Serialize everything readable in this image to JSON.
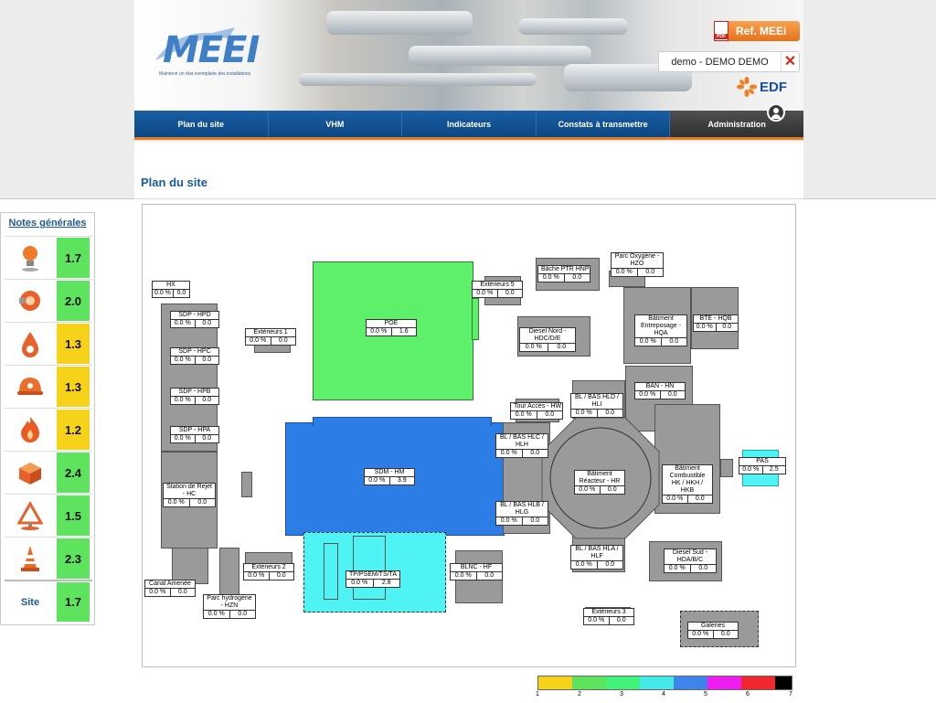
{
  "header": {
    "logo_text": "MEEI",
    "logo_subtitle": "Maintenir un état exemplaire des installations",
    "ref_button": "Ref. MEEi",
    "user": "demo - DEMO DEMO",
    "edf": "EDF"
  },
  "nav": [
    "Plan du site",
    "VHM",
    "Indicateurs",
    "Constats à transmettre",
    "Administration"
  ],
  "page_title": "Plan du site",
  "sidebar": {
    "title": "Notes générales",
    "notes": [
      {
        "icon": "lightbulb-icon",
        "value": "1.7",
        "color": "#5ee35e"
      },
      {
        "icon": "valve-icon",
        "value": "2.0",
        "color": "#5ee35e"
      },
      {
        "icon": "fire-drop-icon",
        "value": "1.3",
        "color": "#f7d21a"
      },
      {
        "icon": "helmet-icon",
        "value": "1.3",
        "color": "#f7d21a"
      },
      {
        "icon": "flame-icon",
        "value": "1.2",
        "color": "#f7d21a"
      },
      {
        "icon": "box-icon",
        "value": "2.4",
        "color": "#5ee35e"
      },
      {
        "icon": "warning-sign-icon",
        "value": "1.5",
        "color": "#5ee35e"
      },
      {
        "icon": "traffic-cone-icon",
        "value": "2.3",
        "color": "#5ee35e"
      }
    ],
    "site": {
      "label": "Site",
      "value": "1.7",
      "color": "#5ee35e"
    }
  },
  "map_labels": {
    "hx": {
      "name": "HX",
      "pct": "0.0 %",
      "val": "0.0"
    },
    "sdp_hpd": {
      "name": "SDP - HPD",
      "pct": "0.0 %",
      "val": "0.0"
    },
    "sdp_hpc": {
      "name": "SDP - HPC",
      "pct": "0.0 %",
      "val": "0.0"
    },
    "sdp_hpb": {
      "name": "SDP - HPB",
      "pct": "0.0 %",
      "val": "0.0"
    },
    "sdp_hpa": {
      "name": "SDP - HPA",
      "pct": "0.0 %",
      "val": "0.0"
    },
    "ext1": {
      "name": "Extérieurs 1",
      "pct": "0.0 %",
      "val": "0.0"
    },
    "poe": {
      "name": "POE",
      "pct": "0.0 %",
      "val": "1.6"
    },
    "ext5": {
      "name": "Extérieurs 5",
      "pct": "0.0 %",
      "val": "0.0"
    },
    "bache": {
      "name": "Bâche PTR HNP",
      "pct": "0.0 %",
      "val": "0.0"
    },
    "parc_oxy": {
      "name": "Parc Oxygène - HZO",
      "pct": "0.0 %",
      "val": "0.0"
    },
    "diesel_nord": {
      "name": "Diesel Nord - HDC/D/E",
      "pct": "0.0 %",
      "val": "0.0"
    },
    "bat_entre": {
      "name": "Bâtiment Entreposage - HQA",
      "pct": "0.0 %",
      "val": "0.0"
    },
    "bte": {
      "name": "BTE - HQB",
      "pct": "0.0 %",
      "val": "0.0"
    },
    "ban": {
      "name": "BAN - HN",
      "pct": "0.0 %",
      "val": "0.0"
    },
    "tour": {
      "name": "Tour Accès - HW",
      "pct": "0.0 %",
      "val": "0.0"
    },
    "bl_hld": {
      "name": "BL / BAS HLD / HLI",
      "pct": "0.0 %",
      "val": "0.0"
    },
    "bl_hlc": {
      "name": "BL / BAS HLC / HLH",
      "pct": "0.0 %",
      "val": "0.0"
    },
    "sdm": {
      "name": "SDM - HM",
      "pct": "0.0 %",
      "val": "3.9"
    },
    "reacteur": {
      "name": "Bâtiment Réacteur - HR",
      "pct": "0.0 %",
      "val": "0.0"
    },
    "bat_comb": {
      "name": "Bâtiment Combustible HK / HKH / HKB",
      "pct": "0.0 %",
      "val": "0.0"
    },
    "pas": {
      "name": "PAS",
      "pct": "0.0 %",
      "val": "2.5"
    },
    "station": {
      "name": "Station de Rejet - HC",
      "pct": "0.0 %",
      "val": "0.0"
    },
    "bl_hlb": {
      "name": "BL / BAS HLB / HLG",
      "pct": "0.0 %",
      "val": "0.0"
    },
    "bl_hla": {
      "name": "BL / BAS HLA / HLF",
      "pct": "0.0 %",
      "val": "0.0"
    },
    "diesel_sud": {
      "name": "Diesel Sud - HDA/B/C",
      "pct": "0.0 %",
      "val": "0.0"
    },
    "tp": {
      "name": "TP/PSEM/TS/TA",
      "pct": "0.0 %",
      "val": "2.8"
    },
    "blnc": {
      "name": "BLNC - HF",
      "pct": "0.0 %",
      "val": "0.0"
    },
    "ext2": {
      "name": "Extérieurs 2",
      "pct": "0.0 %",
      "val": "0.0"
    },
    "canal": {
      "name": "Canal Amenée",
      "pct": "0.0 %",
      "val": "0.0"
    },
    "parc_h2": {
      "name": "Parc hydrogène - HZN",
      "pct": "0.0 %",
      "val": "0.0"
    },
    "ext3": {
      "name": "Extérieurs 3",
      "pct": "0.0 %",
      "val": "0.0"
    },
    "galeries": {
      "name": "Galeries",
      "pct": "0.0 %",
      "val": "0.0"
    }
  },
  "legend": {
    "colors": [
      "#f7d21a",
      "#f7d21a",
      "#5ee35e",
      "#5ee35e",
      "#41f27b",
      "#41f27b",
      "#45e9e9",
      "#45e9e9",
      "#3d85ea",
      "#3d85ea",
      "#ef1ef0",
      "#ef1ef0",
      "#f0272c",
      "#f0272c",
      "#000000"
    ],
    "numbers": [
      "1",
      "2",
      "3",
      "4",
      "5",
      "6",
      "7"
    ]
  },
  "colors": {
    "nav_blue": "#0d4d8f",
    "accent_orange": "#e97b1e",
    "title_blue": "#1a5a9e"
  }
}
